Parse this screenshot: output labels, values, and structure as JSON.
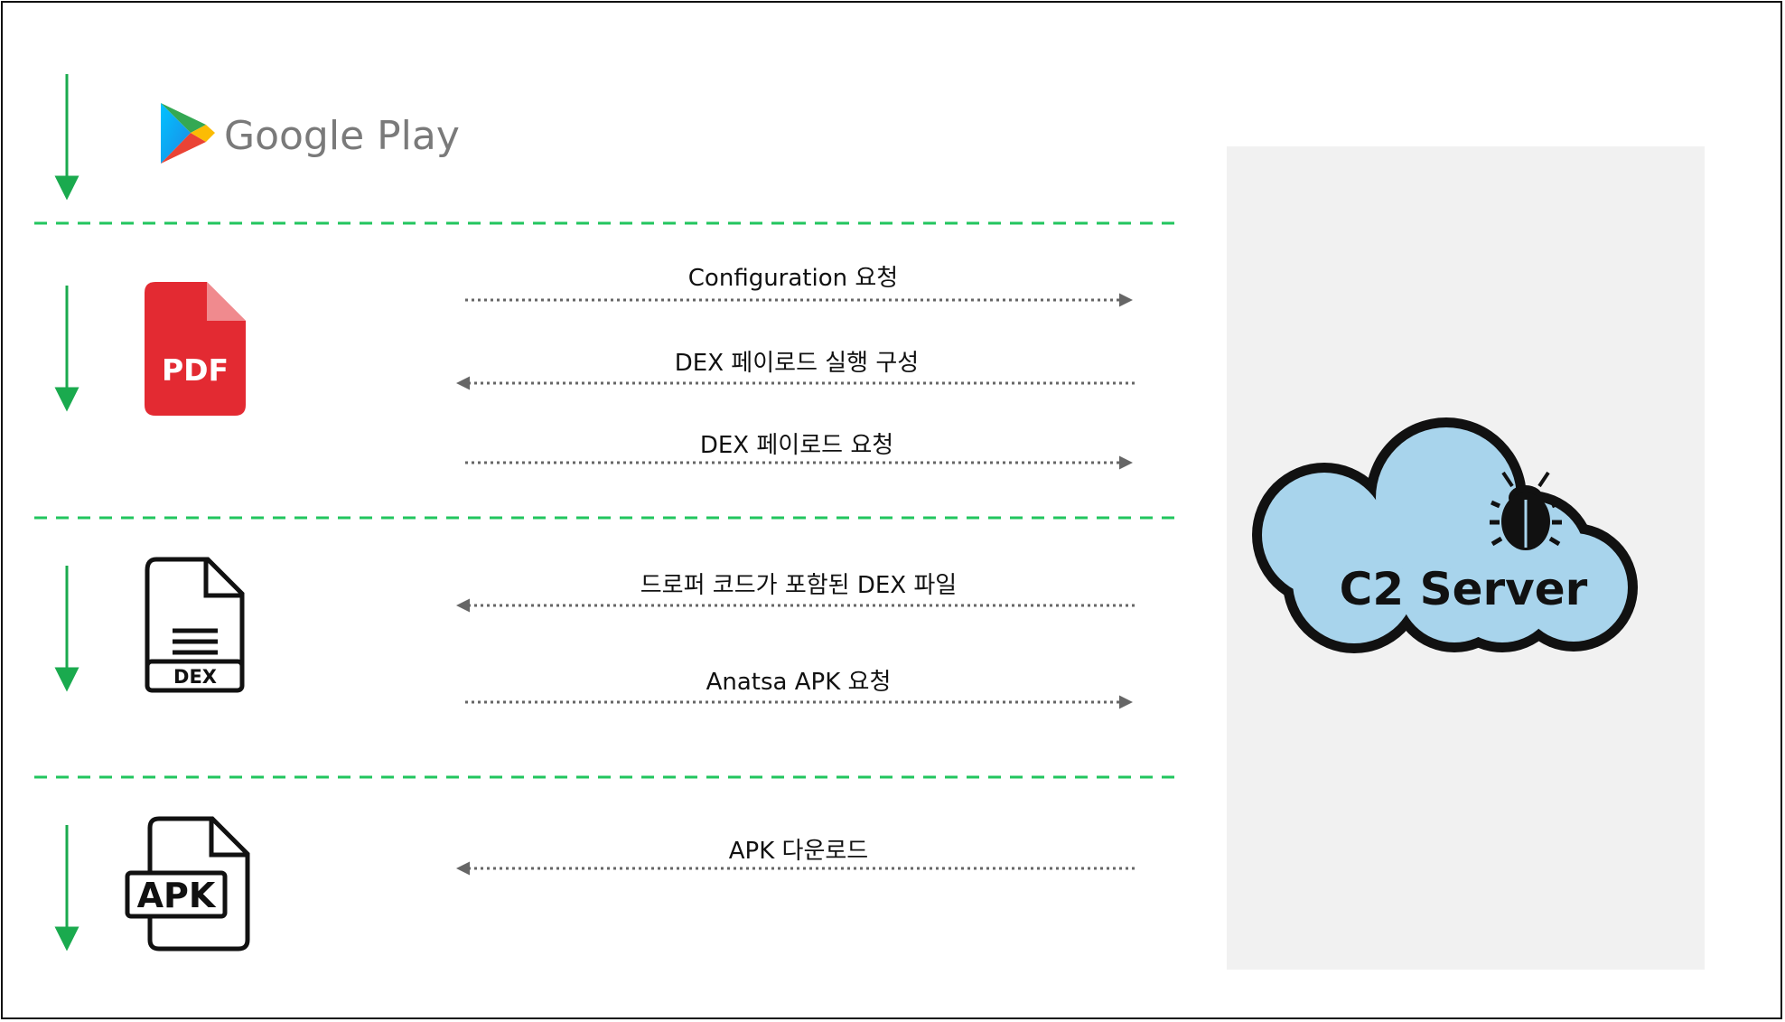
{
  "colors": {
    "step_arrow": "#1aaa4e",
    "separator": "#22c55e",
    "message_arrow": "#666666",
    "server_panel": "#f1f1f1",
    "cloud_fill": "#a8d4ec",
    "pdf_red": "#e32a32"
  },
  "icons": {
    "google_play": "google-play-logo",
    "pdf": "pdf-file-icon",
    "dex": "dex-file-icon",
    "apk": "apk-file-icon",
    "server": "cloud-bug-icon"
  },
  "google_play": {
    "label": "Google Play"
  },
  "pdf_icon": {
    "label": "PDF"
  },
  "dex_icon": {
    "label": "DEX"
  },
  "apk_icon": {
    "label": "APK"
  },
  "server": {
    "label": "C2 Server"
  },
  "messages": [
    {
      "text": "Configuration 요청",
      "direction": "to-server"
    },
    {
      "text": "DEX 페이로드 실행 구성",
      "direction": "to-client"
    },
    {
      "text": "DEX 페이로드 요청",
      "direction": "to-server"
    },
    {
      "text": "드로퍼 코드가 포함된 DEX 파일",
      "direction": "to-client"
    },
    {
      "text": "Anatsa APK 요청",
      "direction": "to-server"
    },
    {
      "text": "APK 다운로드",
      "direction": "to-client"
    }
  ]
}
